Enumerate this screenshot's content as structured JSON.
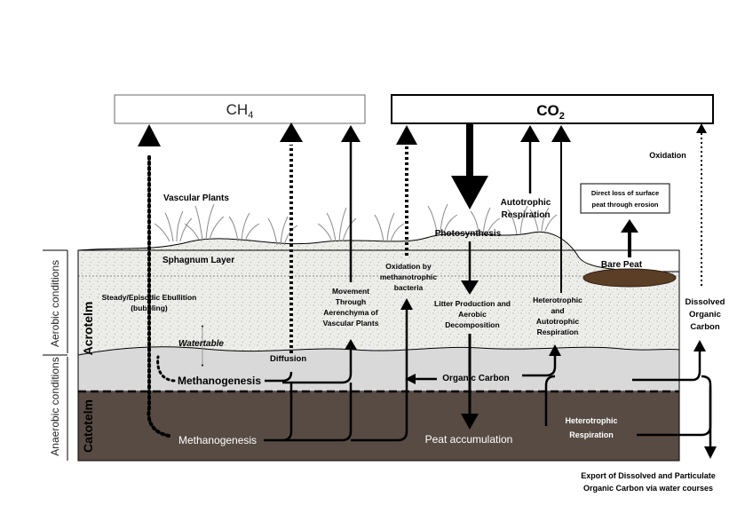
{
  "boxes": {
    "ch4": {
      "text": "CH",
      "sub": "4"
    },
    "co2": {
      "text": "CO",
      "sub": "2"
    }
  },
  "side_labels": {
    "aerobic": "Aerobic conditions",
    "anaerobic": "Anaerobic conditions",
    "acrotelm": "Acrotelm",
    "catotelm": "Catotelm"
  },
  "labels": {
    "vascular_plants": "Vascular Plants",
    "sphagnum_layer": "Sphagnum Layer",
    "ebullition_1": "Steady/Episodic Ebullition",
    "ebullition_2": "(bubbling)",
    "watertable": "Watertable",
    "diffusion": "Diffusion",
    "methanogenesis_upper": "Methanogenesis",
    "methanogenesis_lower": "Methanogenesis",
    "movement_1": "Movement",
    "movement_2": "Through",
    "movement_3": "Aerenchyma of",
    "movement_4": "Vascular Plants",
    "oxidation_methanotrophic_1": "Oxidation by",
    "oxidation_methanotrophic_2": "methanotrophic",
    "oxidation_methanotrophic_3": "bacteria",
    "photosynthesis": "Photosynthesis",
    "autotrophic_1": "Autotrophic",
    "autotrophic_2": "Respiration",
    "litter_1": "Litter Production and",
    "litter_2": "Aerobic",
    "litter_3": "Decomposition",
    "organic_carbon": "Organic Carbon",
    "peat_accumulation": "Peat accumulation",
    "het_auto_1": "Heterotrophic",
    "het_auto_2": "and",
    "het_auto_3": "Autotrophic",
    "het_auto_4": "Respiration",
    "heterotrophic_1": "Heterotrophic",
    "heterotrophic_2": "Respiration",
    "oxidation": "Oxidation",
    "direct_loss_1": "Direct loss of surface",
    "direct_loss_2": "peat through erosion",
    "bare_peat": "Bare Peat",
    "doc_1": "Dissolved",
    "doc_2": "Organic",
    "doc_3": "Carbon",
    "export_1": "Export of Dissolved and Particulate",
    "export_2": "Organic Carbon via water courses"
  },
  "colors": {
    "sphagnum": "#ededea",
    "water_zone": "#d9d9d9",
    "catotelm": "#574b44",
    "bare_peat": "#5a3e26",
    "ink": "#000000"
  }
}
